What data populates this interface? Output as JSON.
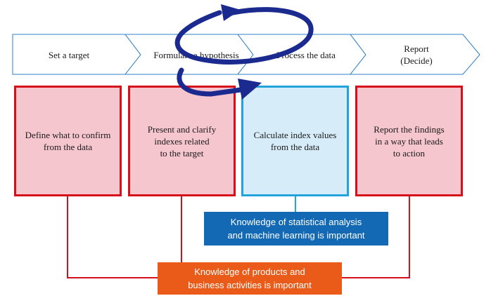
{
  "steps": [
    {
      "label": "Set a target"
    },
    {
      "label": "Formulate a hypothesis"
    },
    {
      "label": "Process the data"
    },
    {
      "label_line1": "Report",
      "label_line2": "(Decide)"
    }
  ],
  "boxes": [
    {
      "lines": [
        "Define what to confirm",
        "from the data"
      ],
      "style": "red"
    },
    {
      "lines": [
        "Present and clarify",
        "indexes related",
        "to the target"
      ],
      "style": "red"
    },
    {
      "lines": [
        "Calculate index values",
        "from the data"
      ],
      "style": "blue"
    },
    {
      "lines": [
        "Report the findings",
        "in a way that leads",
        "to action"
      ],
      "style": "red"
    }
  ],
  "notes": {
    "statistics": [
      "Knowledge of statistical analysis",
      "and machine learning is important"
    ],
    "business": [
      "Knowledge of products and",
      "business activities is important"
    ]
  },
  "colors": {
    "arrow_border": "#2f7fc4",
    "red_border": "#d6101a",
    "red_fill": "#f6c6ce",
    "blue_border": "#22a3dc",
    "blue_fill": "#d6ecf8",
    "note_blue": "#1469b4",
    "note_orange": "#ea5b19",
    "cycle_arrow": "#1b2a8f"
  },
  "icons": {
    "cycle": "circular-loop-arrow-icon"
  }
}
